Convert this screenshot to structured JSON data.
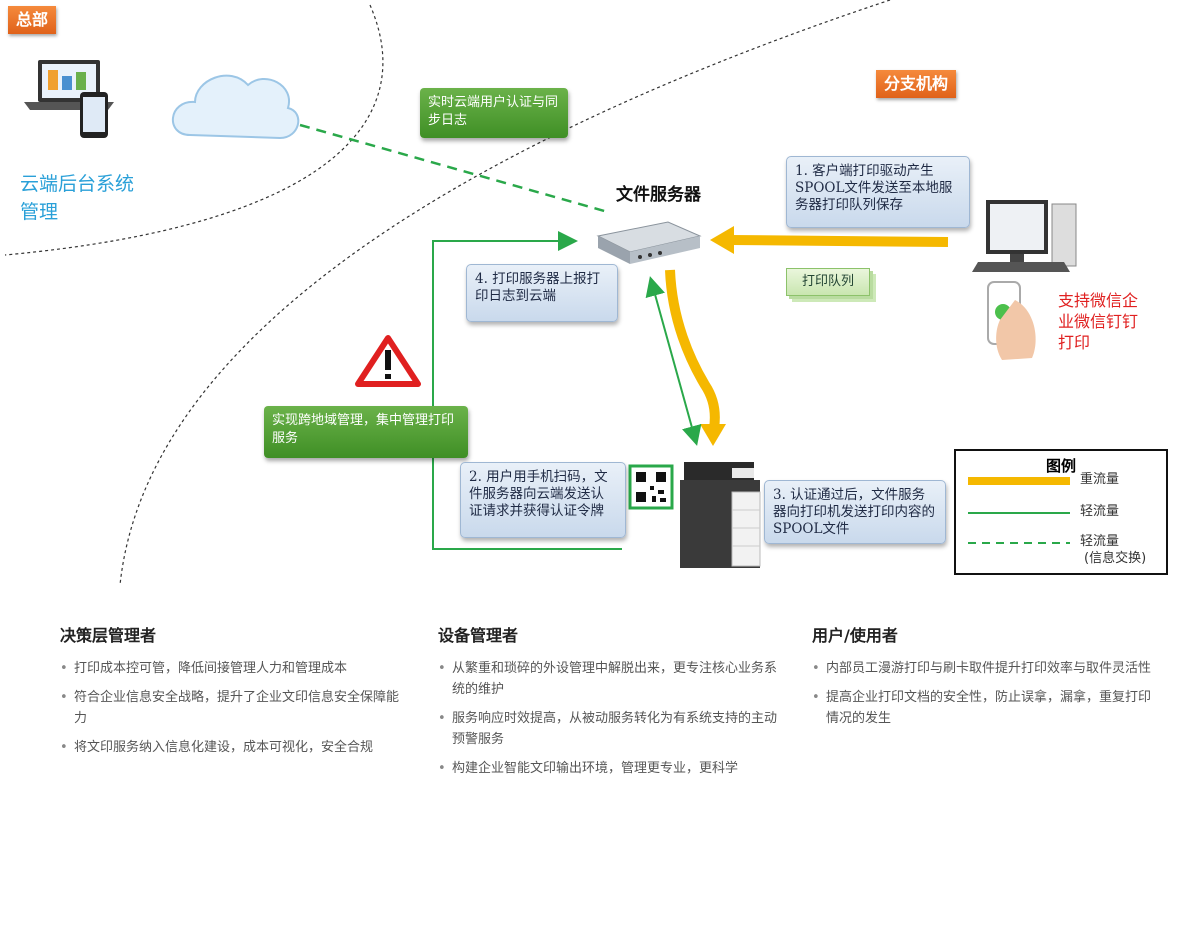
{
  "tags": {
    "hq": "总部",
    "branch": "分支机构"
  },
  "cloud": {
    "label": "云端后台系统管理"
  },
  "file_server": {
    "label": "文件服务器"
  },
  "green_boxes": {
    "sync": "实时云端用户认证与同步日志",
    "cross_region": "实现跨地域管理，集中管理打印服务"
  },
  "steps": {
    "s1": "1. 客户端打印驱动产生SPOOL文件发送至本地服务器打印队列保存",
    "s2": "2. 用户用手机扫码，文件服务器向云端发送认证请求并获得认证令牌",
    "s3": "3. 认证通过后，文件服务器向打印机发送打印内容的SPOOL文件",
    "s4": "4. 打印服务器上报打印日志到云端"
  },
  "queue_label": "打印队列",
  "mobile_label": "支持微信企业微信钉钉打印",
  "legend": {
    "title": "图例",
    "heavy": "重流量",
    "light": "轻流量",
    "light_dashed": "轻流量",
    "light_dashed_note": "(信息交换)"
  },
  "colors": {
    "heavy": "#f5b800",
    "light": "#2aa84a",
    "tag": "#e8722a",
    "cloud_text": "#2aa0d8",
    "mobile_text": "#e02020"
  },
  "columns": [
    {
      "title": "决策层管理者",
      "items": [
        "打印成本控可管，降低间接管理人力和管理成本",
        "符合企业信息安全战略，提升了企业文印信息安全保障能力",
        "将文印服务纳入信息化建设，成本可视化，安全合规"
      ]
    },
    {
      "title": "设备管理者",
      "items": [
        "从繁重和琐碎的外设管理中解脱出来，更专注核心业务系统的维护",
        "服务响应时效提高，从被动服务转化为有系统支持的主动预警服务",
        "构建企业智能文印输出环境，管理更专业，更科学"
      ]
    },
    {
      "title": "用户/使用者",
      "items": [
        "内部员工漫游打印与刷卡取件提升打印效率与取件灵活性",
        "提高企业打印文档的安全性，防止误拿，漏拿，重复打印情况的发生"
      ]
    }
  ]
}
